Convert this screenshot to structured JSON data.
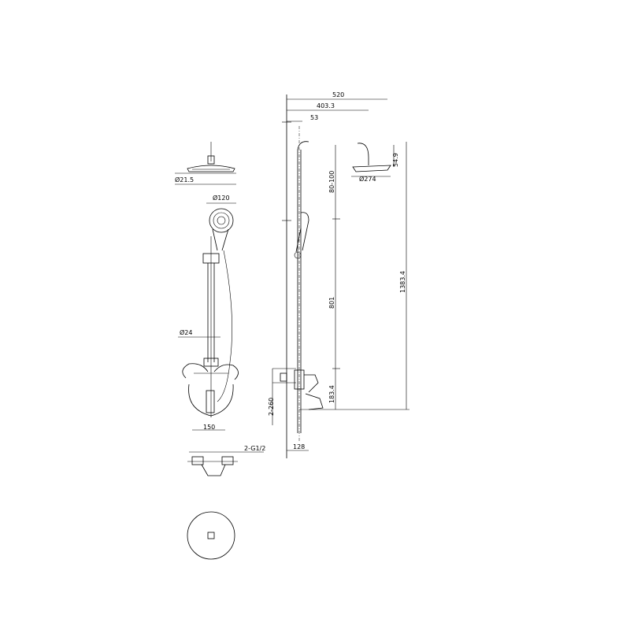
{
  "dimensions": {
    "total_width": "520",
    "arm_length": "403.3",
    "offset": "53",
    "head_height": "54.9",
    "head_diameter": "Ø274",
    "arm_drop": "80-100",
    "rail_length": "801",
    "total_height": "1383.4",
    "lower_height": "183.4",
    "inlet_spacing": "2-260",
    "depth": "128",
    "overhead_diameter": "Ø21.5",
    "handshower_diameter": "Ø120",
    "rail_diameter": "Ø24",
    "valve_width": "150",
    "inlet_thread": "2-G1/2"
  },
  "colors": {
    "line": "#000000",
    "background": "#ffffff"
  }
}
